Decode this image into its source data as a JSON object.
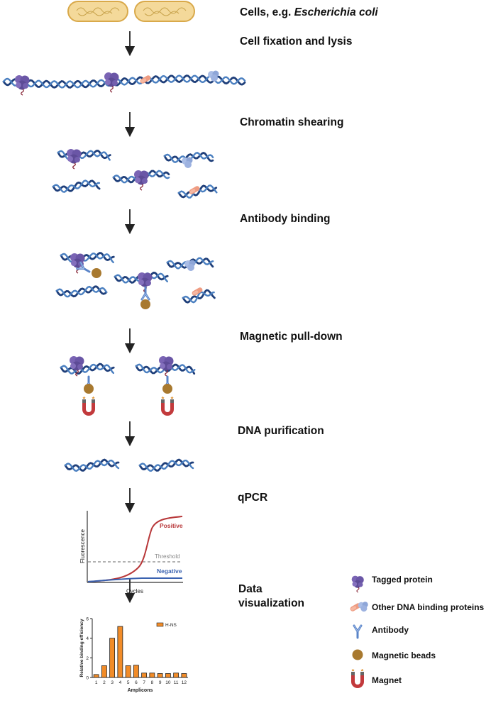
{
  "steps": {
    "cells": {
      "text": "Cells, e.g. ",
      "italic": "Escherichia coli"
    },
    "fixation": "Cell fixation and lysis",
    "shearing": "Chromatin shearing",
    "antibody": "Antibody binding",
    "pulldown": "Magnetic pull-down",
    "purification": "DNA purification",
    "qpcr": "qPCR",
    "visualization": [
      "Data",
      "visualization"
    ]
  },
  "legend": {
    "tagged_protein": "Tagged protein",
    "other_proteins": "Other DNA binding proteins",
    "antibody": "Antibody",
    "beads": "Magnetic beads",
    "magnet": "Magnet"
  },
  "qpcr_plot": {
    "ylabel": "Fluorescence",
    "xlabel": "Cycles",
    "positive_label": "Positive",
    "negative_label": "Negative",
    "threshold_label": "Threshold"
  },
  "colors": {
    "dna": "#1f3f7a",
    "dna_light": "#4a7fc0",
    "tagged_protein": "#6e5aa8",
    "other_protein_blue": "#9fb4e0",
    "other_protein_orange": "#e8967a",
    "antibody": "#5a84c8",
    "bead": "#a8792f",
    "magnet": "#c0383a",
    "cell_fill": "#f4d99a",
    "positive": "#b8383a",
    "negative": "#3a62b0",
    "bar": "#f28c28"
  },
  "chart_data": {
    "type": "bar",
    "categories": [
      "1",
      "2",
      "3",
      "4",
      "5",
      "6",
      "7",
      "8",
      "9",
      "10",
      "11",
      "12"
    ],
    "series": [
      {
        "name": "H-NS",
        "values": [
          0.3,
          1.2,
          4.0,
          5.2,
          1.2,
          1.25,
          0.45,
          0.45,
          0.4,
          0.4,
          0.45,
          0.4
        ]
      }
    ],
    "xlabel": "Amplicons",
    "ylabel": "Relative binding efficiency",
    "ylim": [
      0,
      6
    ],
    "yticks": [
      0,
      2,
      4,
      6
    ],
    "legend_position": "top-right",
    "grid": false
  }
}
